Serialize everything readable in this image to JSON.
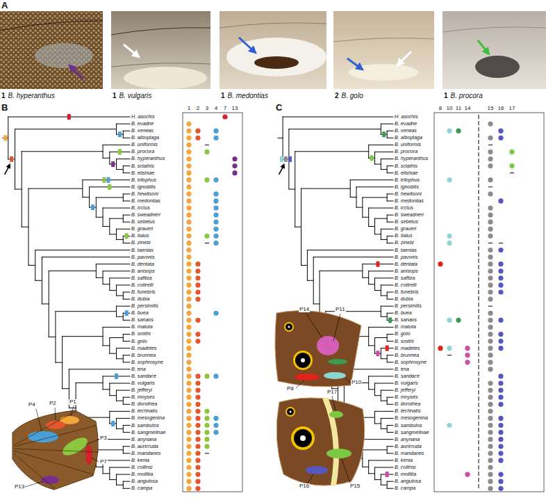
{
  "diagram": {
    "labels": [
      "A",
      "1",
      "B. hyperanthus",
      "1",
      "B. vulgaris",
      "1",
      "B. medontias",
      "2",
      "B. golo",
      "1",
      "B. procora",
      "B",
      "1",
      "2",
      "3",
      "4",
      "7",
      "13",
      "H. asochis",
      "B. evadne",
      "B. xeneas",
      "B. alboplaga",
      "B. uniformis",
      "B. procora",
      "B. hyperanthus",
      "B. sciathis",
      "B. elishiae",
      "B. trilophus",
      "B. ignobilis",
      "B. hewitsoni",
      "B. medontias",
      "B. iccius",
      "B. sweadneri",
      "B. sebetus",
      "B. graueri",
      "B. italus",
      "B. zinebi",
      "B. taenias",
      "B. pavonis",
      "B. dentata",
      "B. anisops",
      "B. safitza",
      "B. cottrelli",
      "B. funebris",
      "B. dubia",
      "B. persimilis",
      "B. buea",
      "B. sanaos",
      "B. matuta",
      "B. smithi",
      "B. golo",
      "B. madetes",
      "B. brunnea",
      "B. sophrosyne",
      "B. ena",
      "B. sandace",
      "B. vulgaris",
      "B. jefferyi",
      "B. moyses",
      "B. dorothea",
      "B. technatis",
      "B. mesogenina",
      "B. sambulos",
      "B. sangmelinae",
      "B. anynana",
      "B. auricruda",
      "B. mandanes",
      "B. kenia",
      "B. collinsi",
      "B. mollitia",
      "B. angulosa",
      "B. campa",
      "P4",
      "P2",
      "P1",
      "P3",
      "P7",
      "P13",
      "C",
      "8",
      "10",
      "11",
      "14",
      "15",
      "16",
      "17",
      "H. asochis",
      "B. evadne",
      "B. xeneas",
      "B. alboplaga",
      "B. uniformis",
      "B. procora",
      "B. hyperanthus",
      "B. sciathis",
      "B. elishiae",
      "B. trilophus",
      "B. ignobilis",
      "B. hewitsoni",
      "B. medontias",
      "B. iccius",
      "B. sweadneri",
      "B. sebetus",
      "B. graueri",
      "B. italus",
      "B. zinebi",
      "B. taenias",
      "B. pavonis",
      "B. dentata",
      "B. anisops",
      "B. safitza",
      "B. cottrelli",
      "B. funebris",
      "B. dubia",
      "B. persimilis",
      "B. buea",
      "B. sanaos",
      "B. matuta",
      "B. golo",
      "B. smithi",
      "B. madetes",
      "B. brunnea",
      "B. sophrosyne",
      "B. ena",
      "B. sandace",
      "B. vulgaris",
      "B. jefferyi",
      "B. moyses",
      "B. dorothea",
      "B. technatis",
      "B. mesogenina",
      "B. sambulos",
      "B. sangmelinae",
      "B. anynana",
      "B. auricruda",
      "B. mandanes",
      "B. kenia",
      "B. collinsi",
      "B. mollitia",
      "B. angulosa",
      "B. campa",
      "P14",
      "P11",
      "P8",
      "P10",
      "P17",
      "P16",
      "P15"
    ]
  }
}
